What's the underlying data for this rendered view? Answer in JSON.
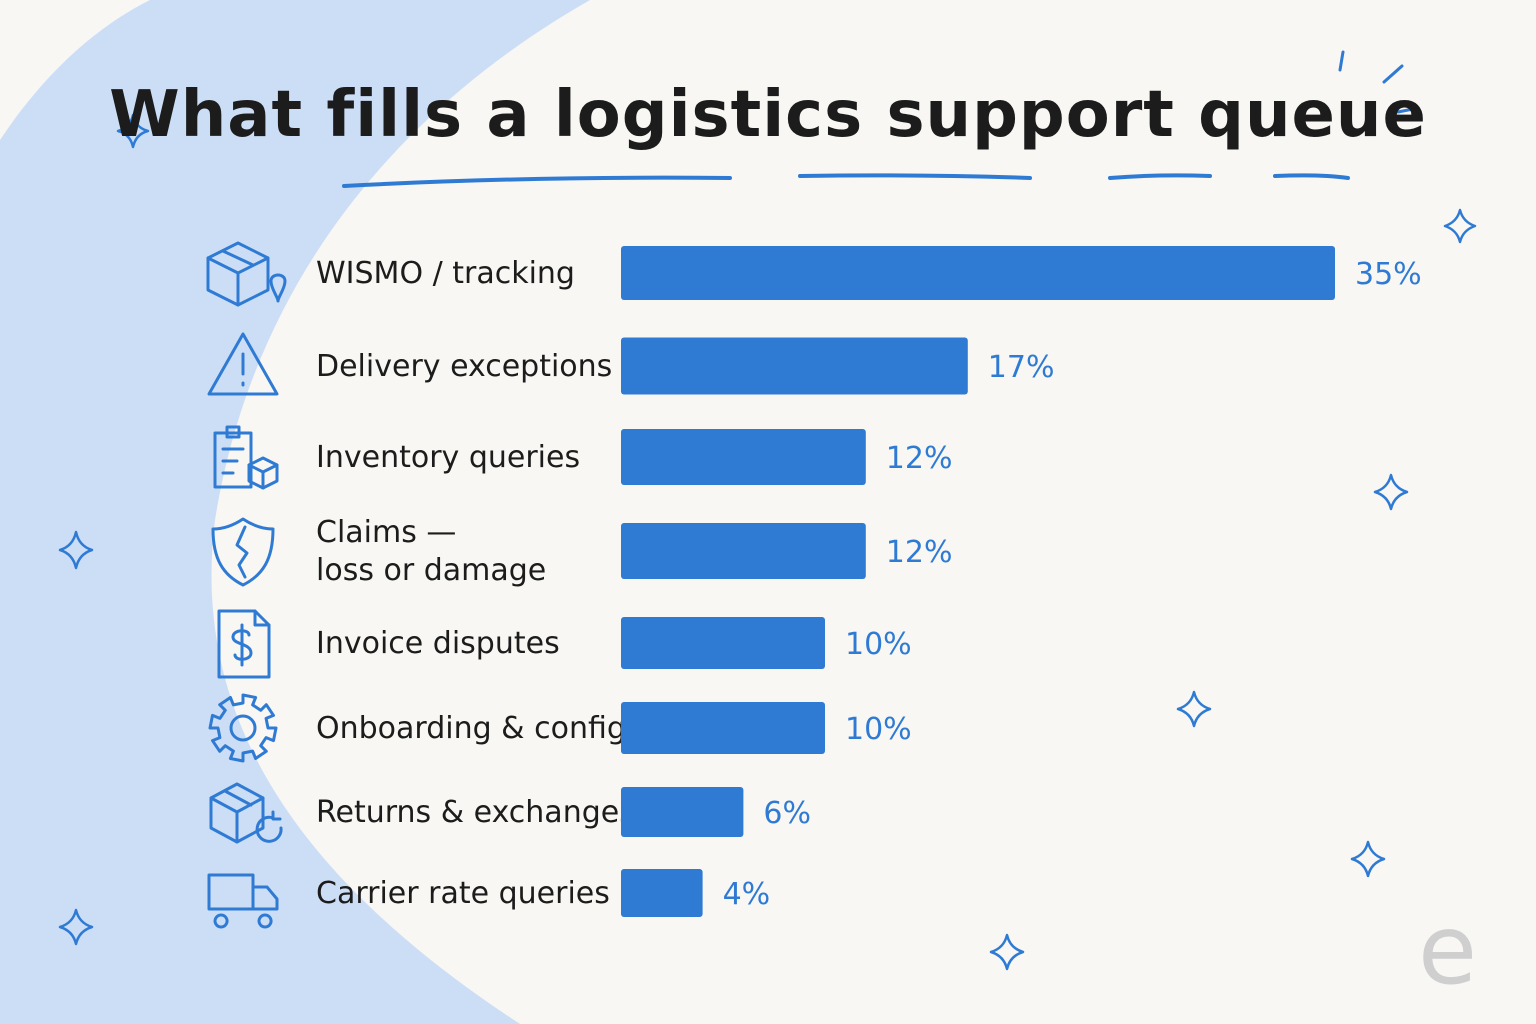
{
  "title": "What fills a logistics support queue",
  "brand_mark": "e",
  "colors": {
    "bar": "#2f7bd4",
    "accent": "#2f7bd4",
    "text": "#1c1c1c",
    "background": "#f8f7f3",
    "swoosh": "#c9dcf5"
  },
  "chart_data": {
    "type": "bar",
    "orientation": "horizontal",
    "title": "What fills a logistics support queue",
    "xlabel": "",
    "ylabel": "",
    "value_suffix": "%",
    "xlim": [
      0,
      35
    ],
    "grid": false,
    "legend": "none",
    "categories": [
      {
        "label_lines": [
          "WISMO / tracking"
        ],
        "icon": "package-location-icon",
        "value": 35,
        "label": "35%"
      },
      {
        "label_lines": [
          "Delivery exceptions"
        ],
        "icon": "warning-triangle-icon",
        "value": 17,
        "label": "17%"
      },
      {
        "label_lines": [
          "Inventory queries"
        ],
        "icon": "clipboard-box-icon",
        "value": 12,
        "label": "12%"
      },
      {
        "label_lines": [
          "Claims —",
          "loss or damage"
        ],
        "icon": "cracked-shield-icon",
        "value": 12,
        "label": "12%"
      },
      {
        "label_lines": [
          "Invoice disputes"
        ],
        "icon": "invoice-dollar-icon",
        "value": 10,
        "label": "10%"
      },
      {
        "label_lines": [
          "Onboarding & config"
        ],
        "icon": "gear-icon",
        "value": 10,
        "label": "10%"
      },
      {
        "label_lines": [
          "Returns & exchanges"
        ],
        "icon": "return-box-icon",
        "value": 6,
        "label": "6%"
      },
      {
        "label_lines": [
          "Carrier rate queries"
        ],
        "icon": "truck-icon",
        "value": 4,
        "label": "4%"
      }
    ]
  }
}
